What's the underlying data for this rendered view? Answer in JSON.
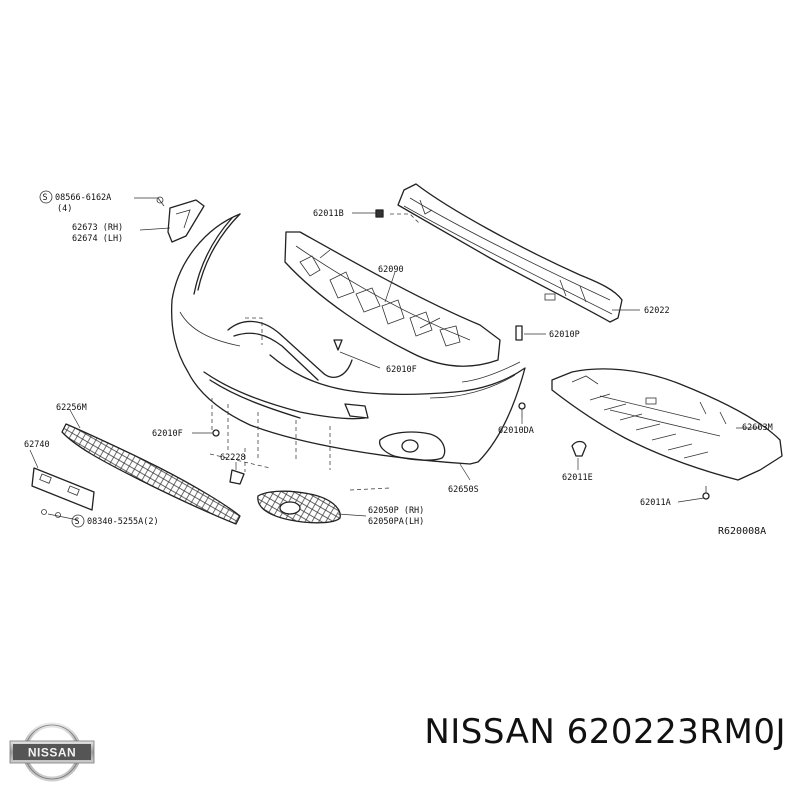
{
  "labels": {
    "p08566": "08566-6162A",
    "p08566_qty": "(4)",
    "p62673": "62673 (RH)",
    "p62674": "62674 (LH)",
    "p62011B": "62011B",
    "p62090": "62090",
    "p62022": "62022",
    "p62010P": "62010P",
    "p62010F_a": "62010F",
    "p62256M": "62256M",
    "p62740": "62740",
    "p62010F_b": "62010F",
    "p62228": "62228",
    "p62010DA": "62010DA",
    "p62663M": "62663M",
    "p62011E": "62011E",
    "p62011A": "62011A",
    "p62650S": "62650S",
    "p62050P": "62050P (RH)",
    "p62050PA": "62050PA(LH)",
    "p08340": "08340-5255A(2)",
    "screw_symbol": "S",
    "ref_code": "R620008A"
  },
  "footer": {
    "brand_logo": "NISSAN",
    "title": "NISSAN 620223RM0J"
  }
}
